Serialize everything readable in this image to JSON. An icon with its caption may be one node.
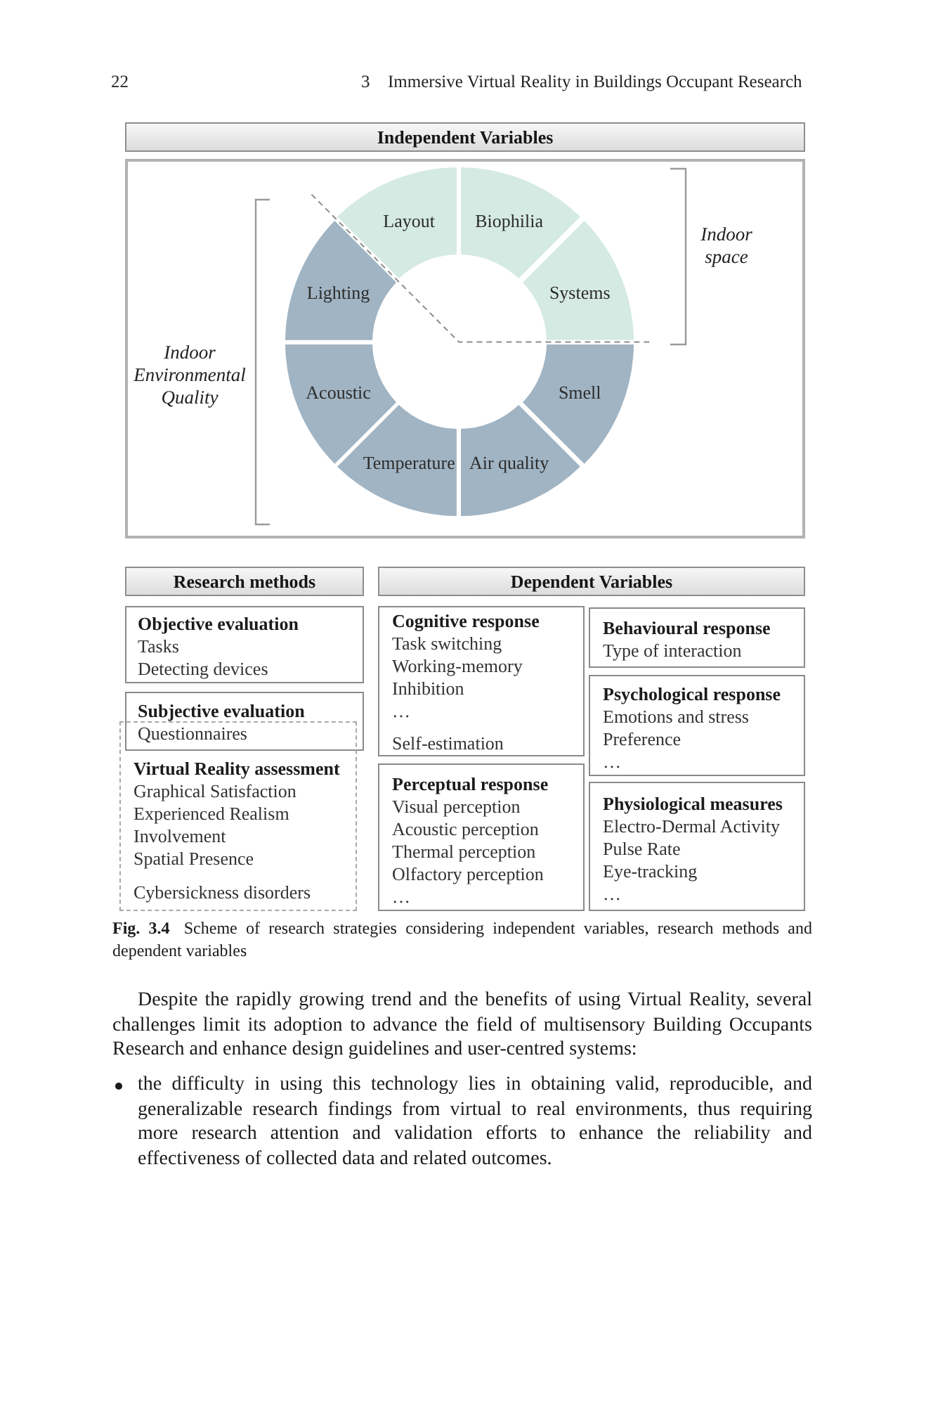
{
  "diagram": {
    "caption": "**Fig. 3.4** Scheme of research strategies considering independent variables, research methods and dependent variables",
    "nodes": [
      {
        "text": [
          "Independent Variables"
        ]
      },
      {
        "text": [],
        "shape": "box"
      },
      {
        "text": [
          "Layout"
        ],
        "in": 1
      },
      {
        "text": [
          "Biophilia"
        ],
        "in": 1
      },
      {
        "text": [
          "Lighting"
        ],
        "in": 1
      },
      {
        "text": [
          "Systems"
        ],
        "in": 1
      },
      {
        "text": [
          "Acoustic"
        ],
        "in": 1
      },
      {
        "text": [
          "Smell"
        ],
        "in": 1
      },
      {
        "text": [
          "Temperature"
        ],
        "in": 1
      },
      {
        "text": [
          "Air quality"
        ],
        "in": 1
      },
      {
        "text": [
          "Research methods"
        ]
      },
      {
        "text": [
          "Dependent Variables"
        ]
      },
      {
        "text": [
          "Objective evaluation",
          "Tasks",
          "Detecting devices"
        ]
      },
      {
        "text": [
          "Subjective evaluation",
          "Questionnaires"
        ]
      },
      {
        "text": [
          "Virtual Reality assessment",
          "Graphical Satisfaction",
          "Experienced Realism",
          "Involvement",
          "Spatial Presence",
          "Cybersickness disorders"
        ]
      },
      {
        "text": [
          "Cognitive response",
          "Task switching",
          "Working-memory",
          "Inhibition",
          "…",
          "Self-estimation"
        ]
      },
      {
        "text": [
          "Perceptual response",
          "Visual perception",
          "Acoustic perception",
          "Thermal perception",
          "Olfactory perception",
          "…"
        ]
      },
      {
        "text": [
          "Behavioural response",
          "Type of interaction"
        ]
      },
      {
        "text": [
          "Psychological response",
          "Emotions and stress",
          "Preference",
          "…"
        ]
      },
      {
        "text": [
          "Physiological measures",
          "Electro-Dermal Activity",
          "Pulse Rate",
          "Eye-tracking",
          "…"
        ]
      }
    ],
    "labels": [
      "22",
      "3",
      "Immersive Virtual Reality in Buildings Occupant Research",
      "Indoor space",
      "Indoor Environmental Quality",
      "Despite the rapidly growing trend and the benefits of using Virtual Reality, several challenges limit its adoption to advance the field of multisensory Building Occupants Research and enhance design guidelines and user-centred systems:",
      "the difficulty in using this technology lies in obtaining valid, reproducible, and generalizable research findings from virtual to real environments, thus requiring more research attention and validation efforts to enhance the reliability and effectiveness of collected data and related outcomes."
    ]
  }
}
